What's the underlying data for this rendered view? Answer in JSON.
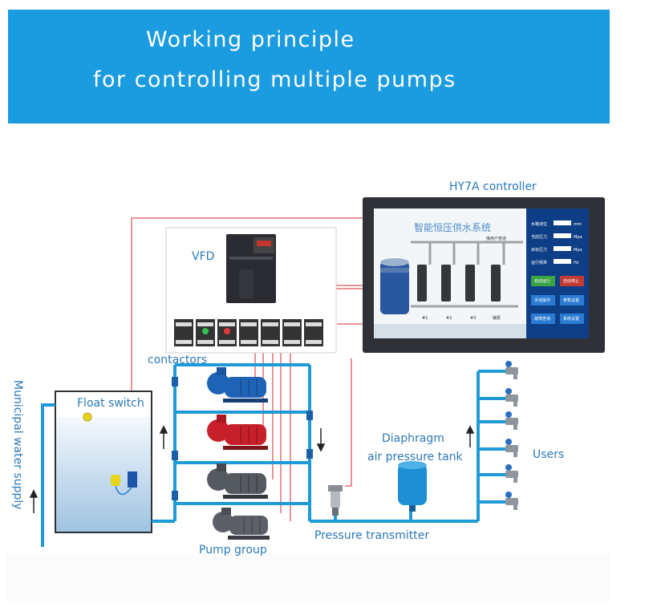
{
  "banner": {
    "title_line1": "Working principle",
    "title_line2": "for controlling multiple pumps",
    "color": "#1b9be0"
  },
  "labels": {
    "controller": "HY7A controller",
    "vfd": "VFD",
    "contactors": "contactors",
    "float_switch": "Float switch",
    "municipal": "Municipal water supply",
    "diaphragm_line1": "Diaphragm",
    "diaphragm_line2": "air pressure tank",
    "users": "Users",
    "pressure_transmitter": "Pressure transmitter",
    "pump_group": "Pump group"
  },
  "screen": {
    "title": "智能恒压供水系统",
    "pipe_label": "接用户管道",
    "pump_labels": [
      "#1",
      "#2",
      "#3",
      "辅泵"
    ],
    "readouts": [
      {
        "label": "水箱液位",
        "unit": "mm"
      },
      {
        "label": "当前压力",
        "unit": "Mpa"
      },
      {
        "label": "目标压力",
        "unit": "Mpa"
      },
      {
        "label": "运行频率",
        "unit": "Hz"
      }
    ],
    "buttons": [
      "自动运行",
      "自动停止",
      "手动操作",
      "参数设置",
      "故障查询",
      "系统设置"
    ]
  },
  "colors": {
    "pipe": "#1e9ad8",
    "wire": "#e07070",
    "label": "#2a78b8",
    "pump_red": "#c8202a",
    "pump_blue": "#1f63b6",
    "pump_gray": "#555a60"
  }
}
